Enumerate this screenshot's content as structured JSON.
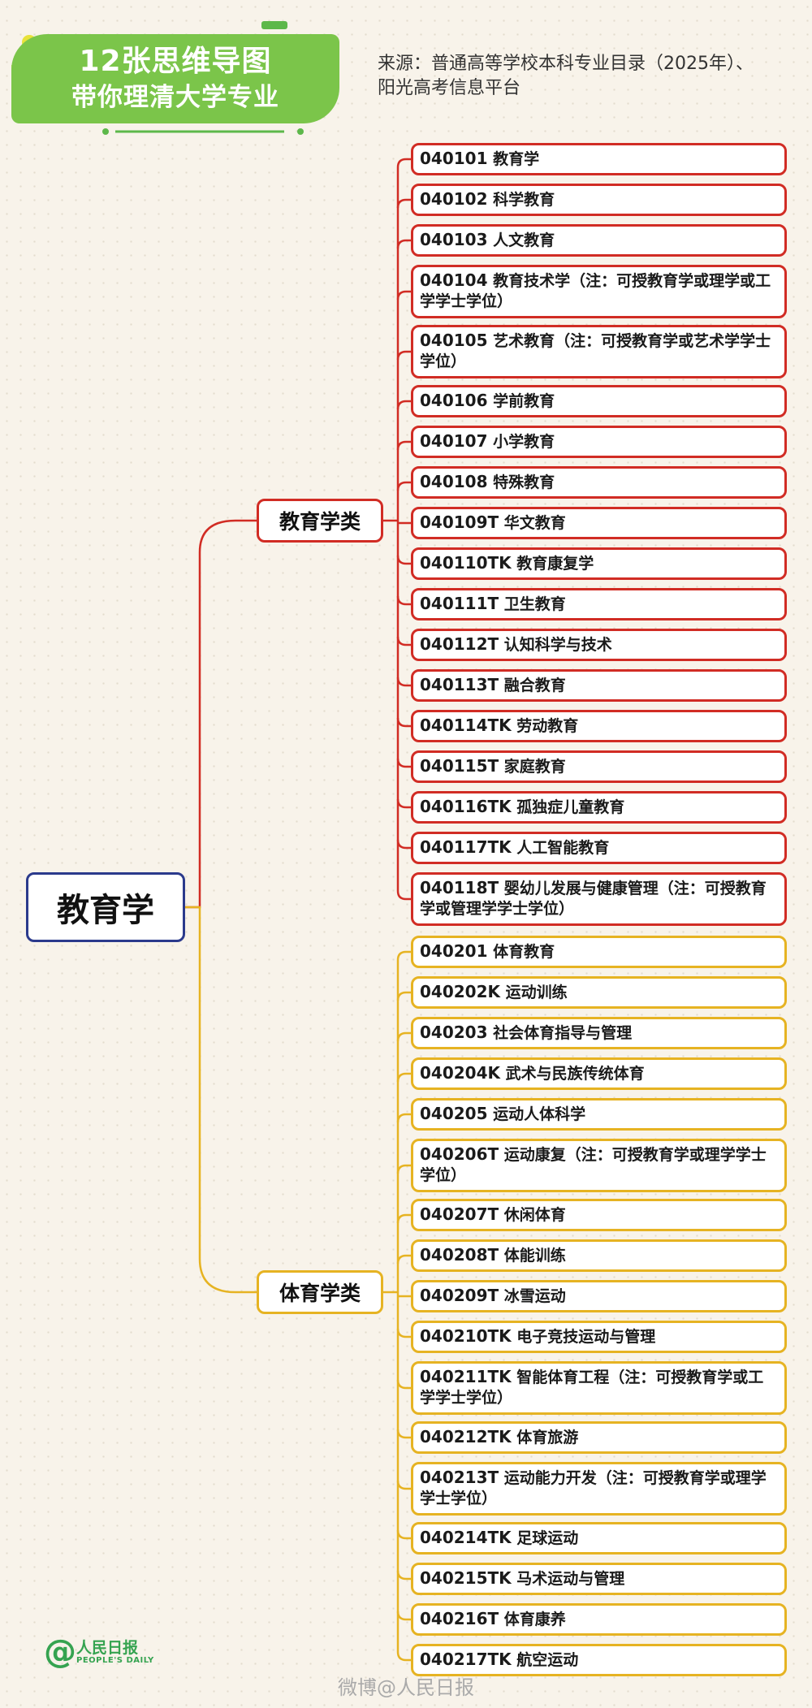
{
  "header": {
    "title_line1": "12张思维导图",
    "title_line2": "带你理清大学专业",
    "source_line1": "来源：普通高等学校本科专业目录（2025年）、",
    "source_line2": "阳光高考信息平台"
  },
  "colors": {
    "title_green": "#7bc54a",
    "root_border": "#2b3a8c",
    "branch_red": "#d12c24",
    "branch_yellow": "#e6b322"
  },
  "mindmap": {
    "root": "教育学",
    "categories": [
      {
        "label": "教育学类",
        "color": "red",
        "items": [
          {
            "code": "040101",
            "name": "教育学"
          },
          {
            "code": "040102",
            "name": "科学教育"
          },
          {
            "code": "040103",
            "name": "人文教育"
          },
          {
            "code": "040104",
            "name": "教育技术学（注：可授教育学或理学或工学学士学位）"
          },
          {
            "code": "040105",
            "name": "艺术教育（注：可授教育学或艺术学学士学位）"
          },
          {
            "code": "040106",
            "name": "学前教育"
          },
          {
            "code": "040107",
            "name": "小学教育"
          },
          {
            "code": "040108",
            "name": "特殊教育"
          },
          {
            "code": "040109T",
            "name": "华文教育"
          },
          {
            "code": "040110TK",
            "name": "教育康复学"
          },
          {
            "code": "040111T",
            "name": "卫生教育"
          },
          {
            "code": "040112T",
            "name": "认知科学与技术"
          },
          {
            "code": "040113T",
            "name": "融合教育"
          },
          {
            "code": "040114TK",
            "name": "劳动教育"
          },
          {
            "code": "040115T",
            "name": "家庭教育"
          },
          {
            "code": "040116TK",
            "name": "孤独症儿童教育"
          },
          {
            "code": "040117TK",
            "name": "人工智能教育"
          },
          {
            "code": "040118T",
            "name": "婴幼儿发展与健康管理（注：可授教育学或管理学学士学位）"
          }
        ]
      },
      {
        "label": "体育学类",
        "color": "yellow",
        "items": [
          {
            "code": "040201",
            "name": "体育教育"
          },
          {
            "code": "040202K",
            "name": "运动训练"
          },
          {
            "code": "040203",
            "name": "社会体育指导与管理"
          },
          {
            "code": "040204K",
            "name": "武术与民族传统体育"
          },
          {
            "code": "040205",
            "name": "运动人体科学"
          },
          {
            "code": "040206T",
            "name": "运动康复（注：可授教育学或理学学士学位）"
          },
          {
            "code": "040207T",
            "name": "休闲体育"
          },
          {
            "code": "040208T",
            "name": "体能训练"
          },
          {
            "code": "040209T",
            "name": "冰雪运动"
          },
          {
            "code": "040210TK",
            "name": "电子竞技运动与管理"
          },
          {
            "code": "040211TK",
            "name": "智能体育工程（注：可授教育学或工学学士学位）"
          },
          {
            "code": "040212TK",
            "name": "体育旅游"
          },
          {
            "code": "040213T",
            "name": "运动能力开发（注：可授教育学或理学学士学位）"
          },
          {
            "code": "040214TK",
            "name": "足球运动"
          },
          {
            "code": "040215TK",
            "name": "马术运动与管理"
          },
          {
            "code": "040216T",
            "name": "体育康养"
          },
          {
            "code": "040217TK",
            "name": "航空运动"
          }
        ]
      }
    ]
  },
  "footer": {
    "logo_name": "人民日报",
    "logo_en": "PEOPLE'S DAILY",
    "watermark": "微博@人民日报"
  }
}
